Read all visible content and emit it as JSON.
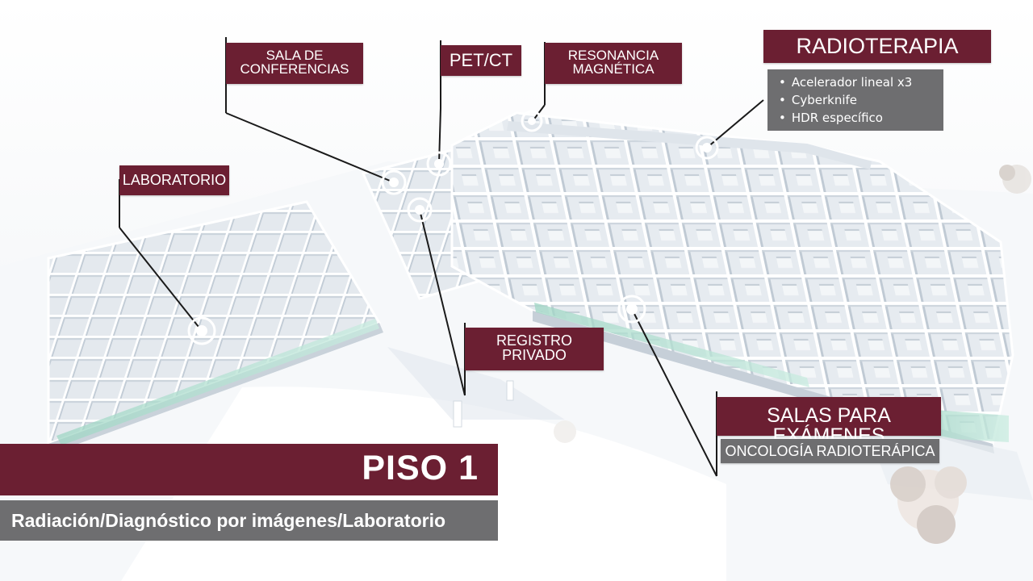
{
  "colors": {
    "label_bg": "#6b1f32",
    "sub_bg": "#6e6e70",
    "text": "#ffffff",
    "leader": "#1a1a1a"
  },
  "callouts": {
    "sala_conferencias": [
      "SALA DE",
      "CONFERENCIAS"
    ],
    "pet_ct": "PET/CT",
    "resonancia": [
      "RESONANCIA",
      "MAGNÉTICA"
    ],
    "radioterapia": {
      "title": "RADIOTERAPIA",
      "items": [
        "Acelerador lineal x3",
        "Cyberknife",
        "HDR específico"
      ]
    },
    "laboratorio": "LABORATORIO",
    "registro": [
      "REGISTRO",
      "PRIVADO"
    ],
    "salas_examenes": {
      "title": "SALAS PARA EXÁMENES",
      "subtitle": "ONCOLOGÍA RADIOTERÁPICA"
    }
  },
  "floor": {
    "title": "PISO 1",
    "subtitle": "Radiación/Diagnóstico por imágenes/Laboratorio"
  }
}
